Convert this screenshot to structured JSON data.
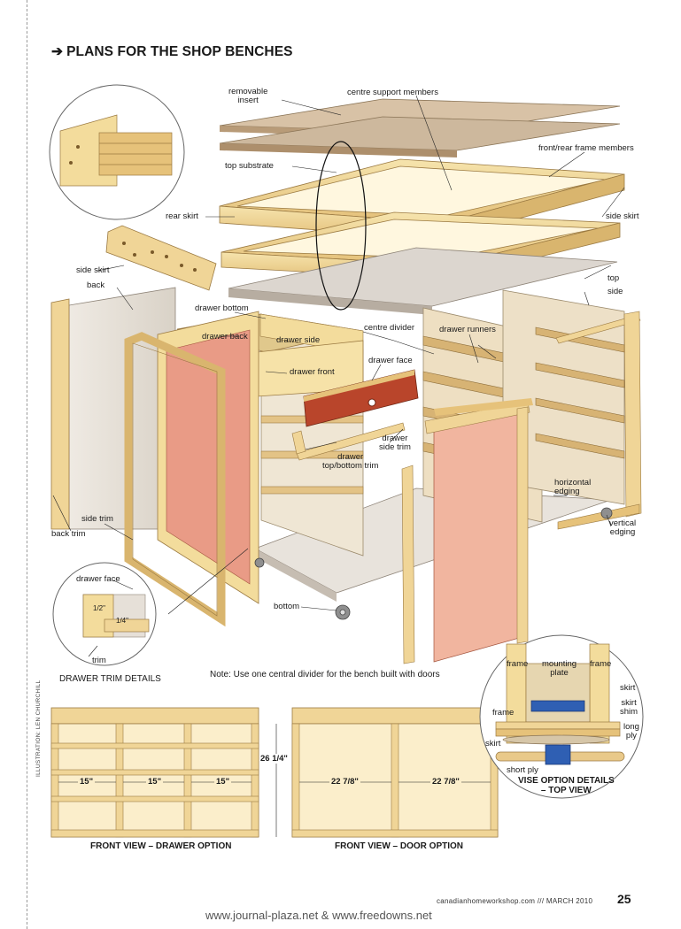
{
  "title": "PLANS FOR THE SHOP BENCHES",
  "labels": {
    "removable_insert": "removable\ninsert",
    "centre_support_members": "centre support members",
    "front_rear_frame_members": "front/rear frame members",
    "top_substrate": "top substrate",
    "rear_skirt": "rear skirt",
    "side_skirt_right": "side skirt",
    "side_skirt_left": "side skirt",
    "back": "back",
    "top": "top",
    "side": "side",
    "drawer_bottom": "drawer bottom",
    "drawer_back": "drawer back",
    "drawer_side": "drawer side",
    "drawer_front": "drawer front",
    "centre_divider": "centre divider",
    "drawer_runners": "drawer runners",
    "drawer_face": "drawer face",
    "drawer_side_trim": "drawer\nside trim",
    "drawer_top_bottom_trim": "drawer\ntop/bottom trim",
    "horizontal_edging": "horizontal\nedging",
    "vertical_edging": "vertical\nedging",
    "side_trim": "side trim",
    "back_trim": "back trim",
    "bottom": "bottom",
    "detail_drawer_face": "drawer face",
    "detail_trim": "trim",
    "detail_half": "1/2\"",
    "detail_quarter": "1/4\""
  },
  "captions": {
    "drawer_trim_details": "DRAWER TRIM DETAILS",
    "note": "Note: Use one central divider for the bench built with doors",
    "front_view_drawer": "FRONT VIEW – DRAWER OPTION",
    "front_view_door": "FRONT VIEW – DOOR OPTION",
    "vise_details": "VISE OPTION DETAILS\n– TOP VIEW"
  },
  "vise_labels": {
    "frame_left": "frame",
    "mounting_plate": "mounting\nplate",
    "frame_right": "frame",
    "frame_mid": "frame",
    "skirt_right": "skirt",
    "skirt_shim": "skirt\nshim",
    "long_ply": "long\nply",
    "skirt_left": "skirt",
    "short_ply": "short ply"
  },
  "dimensions": {
    "d1": "15\"",
    "d2": "15\"",
    "d3": "15\"",
    "height": "26 1/4\"",
    "door1": "22 7/8\"",
    "door2": "22 7/8\""
  },
  "credit": "ILLUSTRATION: LEN CHURCHILL",
  "footer": "canadianhomeworkshop.com /// MARCH 2010",
  "page_number": "25",
  "watermark": "www.journal-plaza.net & www.freedowns.net",
  "colors": {
    "wood_light": "#f3dc9c",
    "wood_mid": "#e6c27a",
    "wood_dark": "#c9a25c",
    "panel_gray": "#e7e2da",
    "panel_pink": "#e99b86",
    "drawer_red": "#b9452b"
  }
}
